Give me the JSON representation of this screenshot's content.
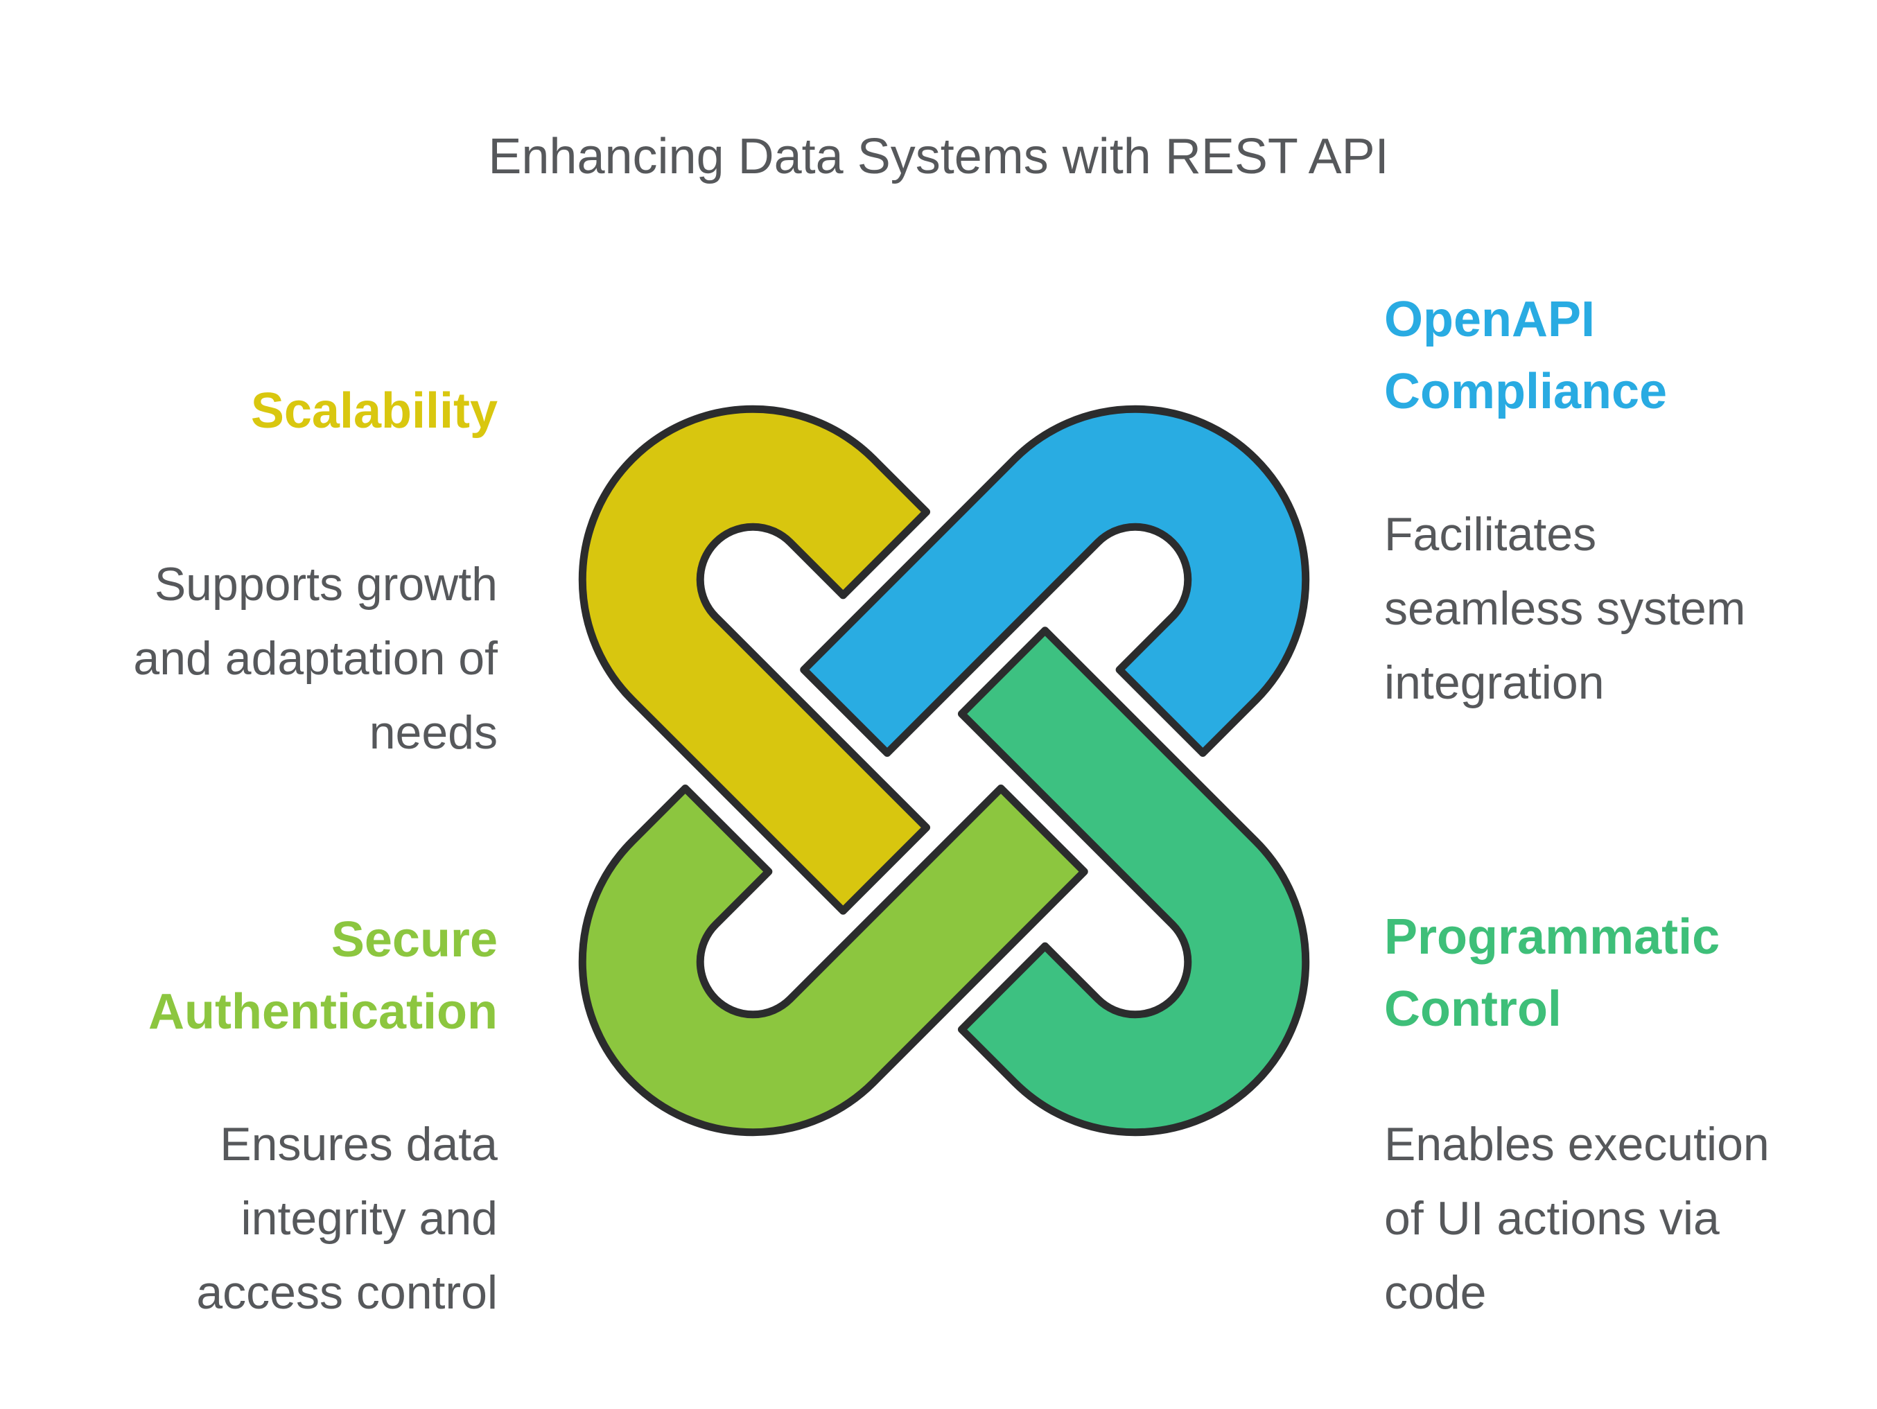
{
  "title": "Enhancing Data Systems with REST API",
  "colors": {
    "background": "#FFFFFF",
    "text_gray": "#56585B",
    "outline": "#2B2C2D"
  },
  "knot": {
    "description": "four interlocking ribbon loops forming a celtic-style knot",
    "loops": [
      {
        "name": "scalability-loop",
        "position": "top-left",
        "color": "#D8C60F"
      },
      {
        "name": "openapi-compliance-loop",
        "position": "top-right",
        "color": "#29ACE2"
      },
      {
        "name": "programmatic-control-loop",
        "position": "bottom-right",
        "color": "#3DC181"
      },
      {
        "name": "secure-authentication-loop",
        "position": "bottom-left",
        "color": "#8CC63F"
      }
    ]
  },
  "features": [
    {
      "id": "scalability",
      "align": "right",
      "color": "#D9C70F",
      "heading_lines": [
        "Scalability"
      ],
      "body_lines": [
        "Supports growth",
        "and adaptation of",
        "needs"
      ]
    },
    {
      "id": "openapi-compliance",
      "align": "left",
      "color": "#29ABE2",
      "heading_lines": [
        "OpenAPI",
        "Compliance"
      ],
      "body_lines": [
        "Facilitates",
        "seamless system",
        "integration"
      ]
    },
    {
      "id": "secure-authentication",
      "align": "right",
      "color": "#8CC63F",
      "heading_lines": [
        "Secure",
        "Authentication"
      ],
      "body_lines": [
        "Ensures data",
        "integrity and",
        "access control"
      ]
    },
    {
      "id": "programmatic-control",
      "align": "left",
      "color": "#3EBF79",
      "heading_lines": [
        "Programmatic",
        "Control"
      ],
      "body_lines": [
        "Enables execution",
        "of UI actions via",
        "code"
      ]
    }
  ]
}
